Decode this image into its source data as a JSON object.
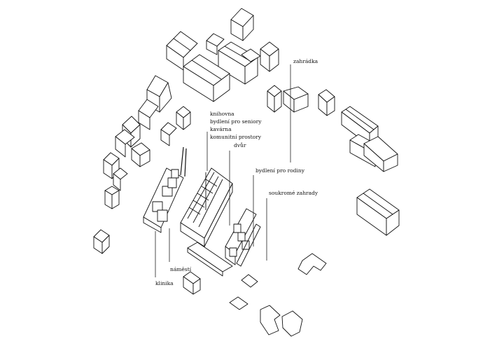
{
  "labels": {
    "zahradka": "zahrádka",
    "program": [
      "knihovna",
      "bydlení pro seniory",
      "kavárna",
      "komunitní prostory"
    ],
    "dvur": "dvůr",
    "bydleni_rodiny": "bydlení pro rodiny",
    "soukrome_zahrady": "soukromé zahrady",
    "namesti": "náměstí",
    "klinika": "klinika"
  }
}
